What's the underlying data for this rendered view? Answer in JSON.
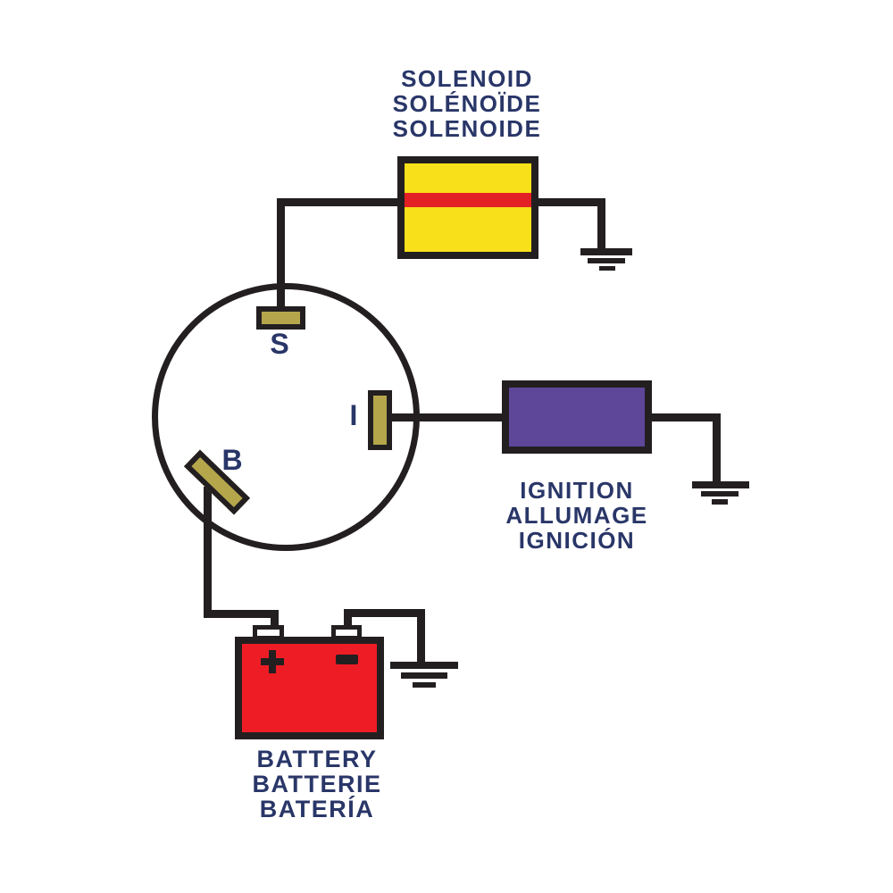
{
  "colors": {
    "line": "#231f20",
    "navy": "#293668",
    "yellow": "#f8e01a",
    "stripe": "#e32025",
    "purple": "#5e4699",
    "red": "#ee1c25",
    "olive": "#b5a64c",
    "bg": "#ffffff"
  },
  "solenoid": {
    "label_lines": [
      "SOLENOID",
      "SOLÉNOÏDE",
      "SOLENOIDE"
    ]
  },
  "ignition": {
    "label_lines": [
      "IGNITION",
      "ALLUMAGE",
      "IGNICIÓN"
    ]
  },
  "battery": {
    "label_lines": [
      "BATTERY",
      "BATTERIE",
      "BATERÍA"
    ],
    "plus_symbol": "+",
    "minus_symbol": "−"
  },
  "switch": {
    "terminal_s": "S",
    "terminal_i": "I",
    "terminal_b": "B"
  }
}
